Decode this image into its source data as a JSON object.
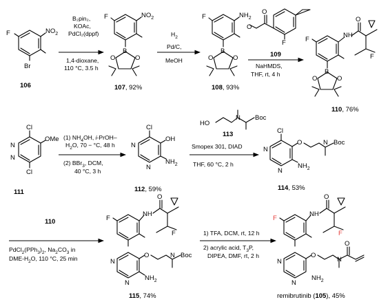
{
  "compounds": {
    "c106": {
      "number": "106",
      "atoms": {
        "F": "F",
        "NO2": "NO",
        "NO2_sub": "2",
        "Br": "Br"
      }
    },
    "c107": {
      "number": "107",
      "yield": ", 92%",
      "atoms": {
        "F": "F",
        "NO2": "NO",
        "NO2_sub": "2",
        "B": "B",
        "O1": "O",
        "O2": "O"
      }
    },
    "c108": {
      "number": "108",
      "yield": ", 93%",
      "atoms": {
        "F": "F",
        "NH2": "NH",
        "NH2_sub": "2",
        "B": "B",
        "O1": "O",
        "O2": "O"
      }
    },
    "c109": {
      "number": "109",
      "atoms": {
        "O1": "O",
        "O2": "O",
        "F": "F"
      }
    },
    "c110": {
      "number": "110",
      "yield": ", 76%",
      "atoms": {
        "F1": "F",
        "NH": "NH",
        "O": "O",
        "F2": "F",
        "B": "B",
        "O1": "O",
        "O2": "O"
      }
    },
    "c111": {
      "number": "111",
      "atoms": {
        "Cl1": "Cl",
        "OMe": "OMe",
        "N1": "N",
        "N2": "N",
        "Cl2": "Cl"
      }
    },
    "c112": {
      "number": "112",
      "yield": ", 59%",
      "atoms": {
        "Cl": "Cl",
        "OH": "OH",
        "N1": "N",
        "N2": "N",
        "NH2": "NH",
        "NH2_sub": "2"
      }
    },
    "c113": {
      "number": "113",
      "atoms": {
        "HO": "HO",
        "N": "N",
        "Boc": "Boc"
      }
    },
    "c114": {
      "number": "114",
      "yield": ", 53%",
      "atoms": {
        "Cl": "Cl",
        "O": "O",
        "N": "N",
        "Boc": "Boc",
        "N1": "N",
        "N2": "N",
        "NH2": "NH",
        "NH2_sub": "2"
      }
    },
    "c115": {
      "number": "115",
      "yield": ", 74%",
      "atoms": {
        "F1": "F",
        "NH": "NH",
        "O": "O",
        "F2": "F",
        "O2": "O",
        "N": "N",
        "Boc": "Boc",
        "N1": "N",
        "N2": "N",
        "NH2": "NH",
        "NH2_sub": "2"
      }
    },
    "c105": {
      "name": "remibrutinib (",
      "number": "105",
      "tail": "), 45%",
      "atoms": {
        "F1": "F",
        "NH": "NH",
        "O": "O",
        "F2": "F",
        "O2": "O",
        "N": "N",
        "O3": "O",
        "N1": "N",
        "N2": "N",
        "NH2": "NH",
        "NH2_sub": "2"
      }
    }
  },
  "reactions": {
    "r1": {
      "lines": [
        "B₂pin₂,",
        "KOAc,",
        "PdCl₂(dppf)",
        "1,4-dioxane,",
        "110 °C, 3.5 h"
      ]
    },
    "r2": {
      "lines": [
        "H₂",
        "Pd/C,",
        "MeOH"
      ]
    },
    "r3": {
      "reagent": "109",
      "lines": [
        "NaHMDS,",
        "THF, rt, 4 h"
      ]
    },
    "r4": {
      "lines": [
        "(1) NH₄OH, i-PrOH–",
        "H₂O, 70 − °C, 48 h",
        "(2) BBr₃, DCM,",
        "40 °C, 3 h"
      ]
    },
    "r5": {
      "reagent": "113",
      "lines": [
        "Smopex 301, DIAD",
        "THF, 60 °C, 2 h"
      ]
    },
    "r6": {
      "reagent": "110",
      "lines": [
        "PdCl₂(PPh₃)₂, Na₂CO₃ in",
        "DME-H₂O, 110 °C, 25 min"
      ]
    },
    "r7": {
      "lines": [
        "1) TFA, DCM, rt, 12 h",
        "2) acrylic acid, T₃P,",
        "DIPEA, DMF, rt, 2 h"
      ]
    }
  }
}
